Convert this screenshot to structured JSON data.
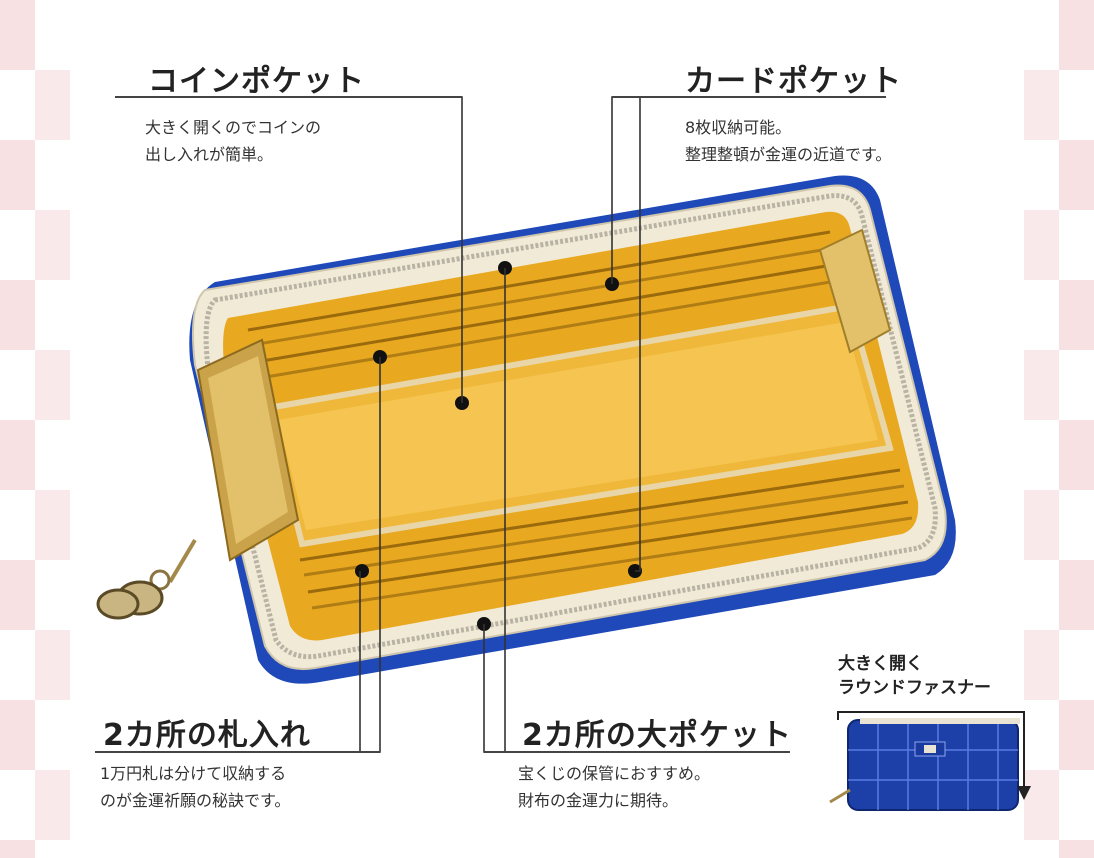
{
  "callouts": {
    "coin": {
      "title": "コインポケット",
      "text": "大きく開くのでコインの\n出し入れが簡単。"
    },
    "card": {
      "title": "カードポケット",
      "text": "8枚収納可能。\n整理整頓が金運の近道です。"
    },
    "bill": {
      "title": "2カ所の札入れ",
      "text": "1万円札は分けて収納する\nのが金運祈願の秘訣です。"
    },
    "big": {
      "title": "2カ所の大ポケット",
      "text": "宝くじの保管におすすめ。\n財布の金運力に期待。"
    }
  },
  "fastener": {
    "label": "大きく開く\nラウンドファスナー"
  },
  "colors": {
    "gold": "#e8a820",
    "blue": "#1f49b8",
    "cream": "#f1ead6",
    "check": "#f6d9dc"
  },
  "icons": {
    "charm": "gourd-charm-icon",
    "arrow": "arrow-down-icon"
  }
}
